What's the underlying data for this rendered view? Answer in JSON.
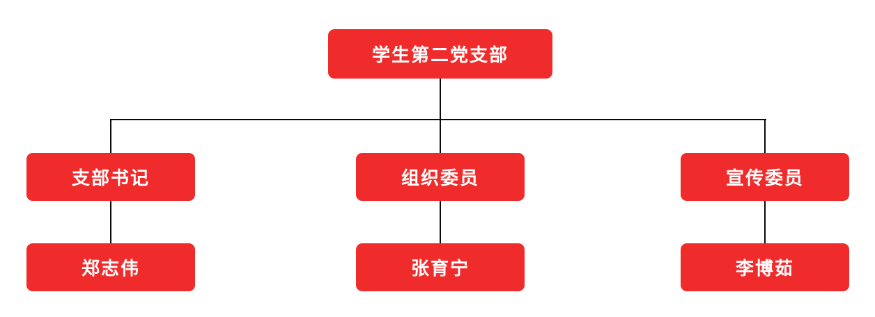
{
  "diagram": {
    "type": "org-chart",
    "root": {
      "label": "学生第二党支部"
    },
    "branches": [
      {
        "role": "支部书记",
        "person": "郑志伟"
      },
      {
        "role": "组织委员",
        "person": "张育宁"
      },
      {
        "role": "宣传委员",
        "person": "李博茹"
      }
    ],
    "colors": {
      "node_bg": "#F02B2C",
      "node_text": "#FFFFFF",
      "connector": "#0A0A0A",
      "canvas_bg": "#FFFFFF"
    }
  }
}
